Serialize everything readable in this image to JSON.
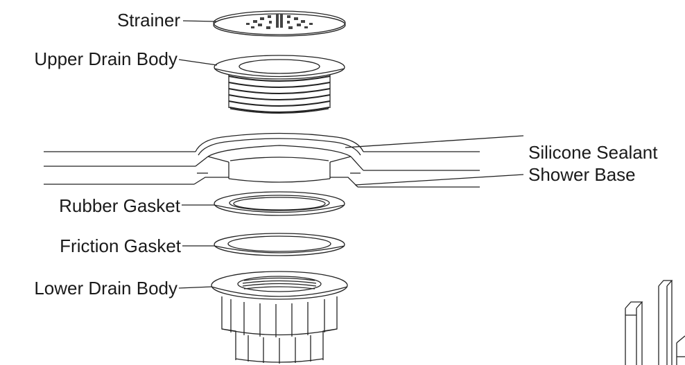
{
  "labels": {
    "strainer": "Strainer",
    "upper_drain_body": "Upper Drain Body",
    "silicone_sealant": "Silicone Sealant",
    "shower_base": "Shower Base",
    "rubber_gasket": "Rubber Gasket",
    "friction_gasket": "Friction Gasket",
    "lower_drain_body": "Lower Drain Body"
  }
}
